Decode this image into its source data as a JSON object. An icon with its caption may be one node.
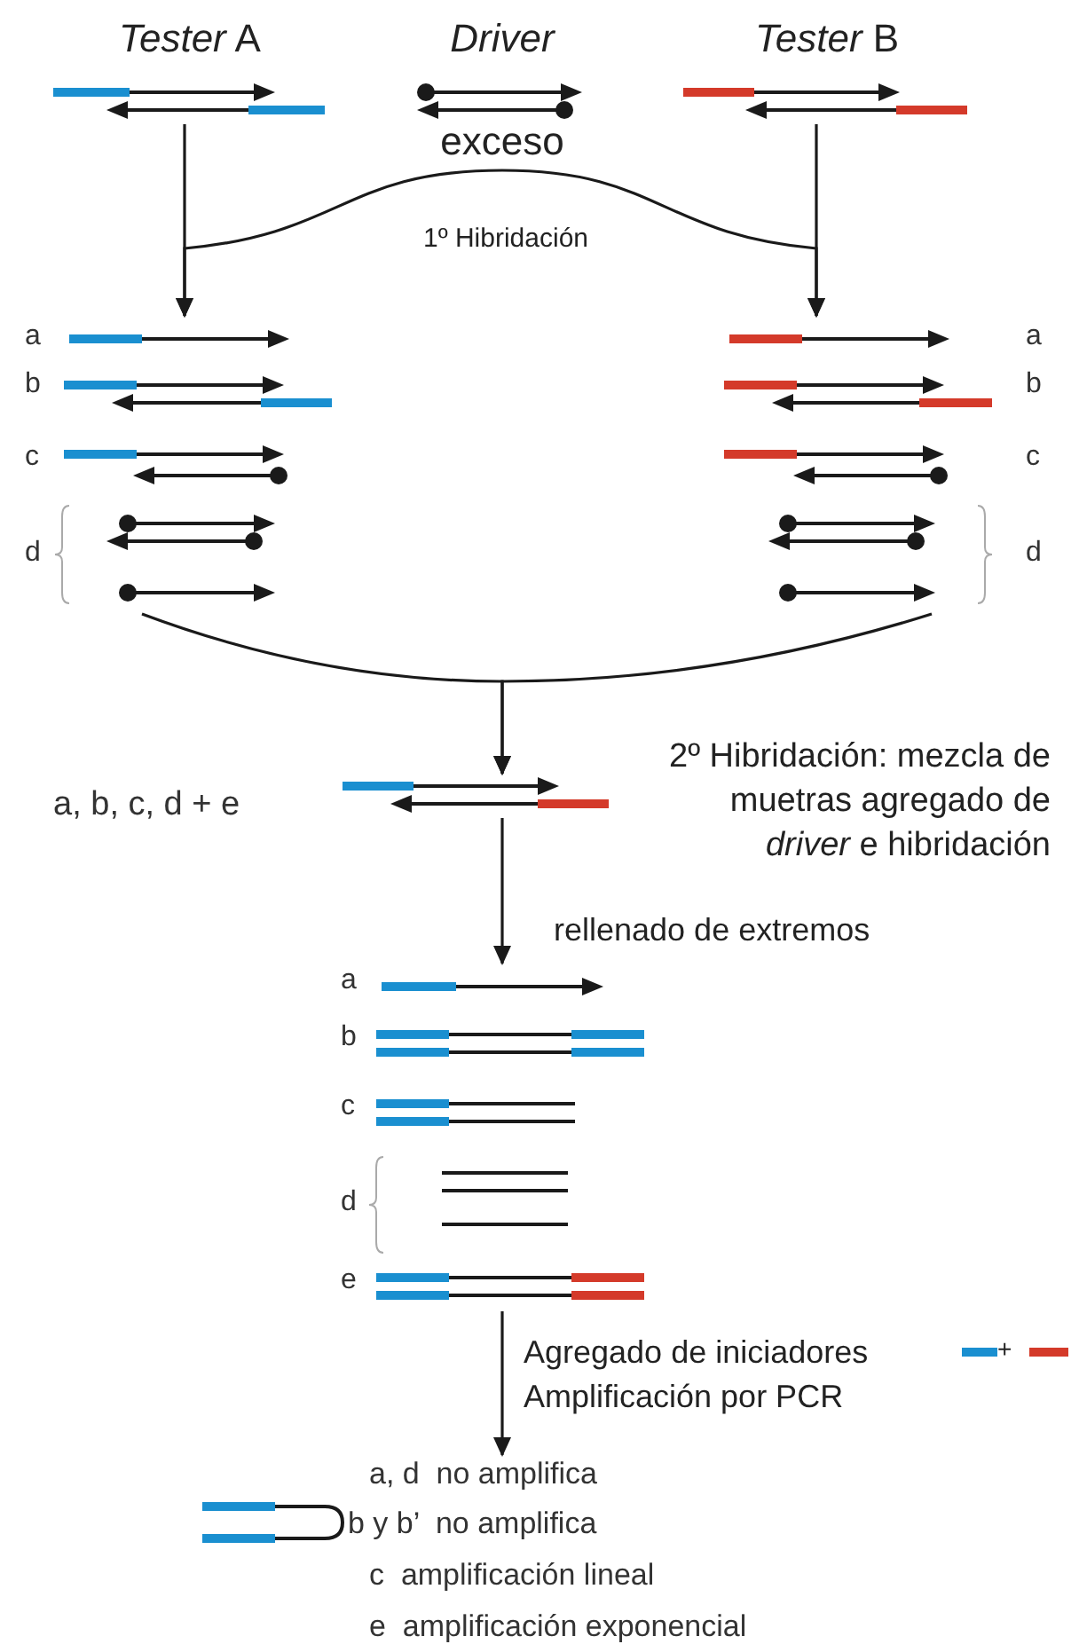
{
  "diagram": {
    "nodes": [
      {
        "text": [
          "*Tester* A"
        ]
      },
      {
        "text": [
          "Driver"
        ],
        "beside": [
          "exceso"
        ]
      },
      {
        "text": [
          "*Tester* B"
        ]
      },
      {
        "text": [
          "a",
          "b",
          "c",
          "d"
        ]
      },
      {
        "text": [
          "a",
          "b",
          "c",
          "d"
        ]
      },
      {
        "text": [],
        "shape": "picture",
        "beside": [
          "a, b, c, d + e"
        ]
      },
      {
        "text": [
          "a",
          "b",
          "c",
          "d",
          "e"
        ]
      },
      {
        "text": [
          "a, d  no amplifica",
          "b y b’  no amplifica",
          "c  amplificación lineal",
          "e  amplificación exponencial"
        ]
      }
    ],
    "edges": [
      {
        "from": 0,
        "to": 3,
        "arrow": "to"
      },
      {
        "from": 1,
        "to": 3,
        "arrow": "to"
      },
      {
        "from": 1,
        "to": 4,
        "arrow": "to"
      },
      {
        "from": 2,
        "to": 4,
        "arrow": "to"
      },
      {
        "from": 3,
        "to": 5,
        "arrow": "to"
      },
      {
        "from": 4,
        "to": 5,
        "arrow": "to"
      },
      {
        "from": 5,
        "to": 6,
        "arrow": "to",
        "label": "rellenado de extremos"
      },
      {
        "from": 6,
        "to": 7,
        "arrow": "to",
        "label": "Agregado de iniciadores Amplificación por PCR"
      }
    ],
    "labels": [
      "1º Hibridación",
      "2º Hibridación: mezcla de muetras agregado de *driver* e hibridación",
      "+"
    ]
  }
}
